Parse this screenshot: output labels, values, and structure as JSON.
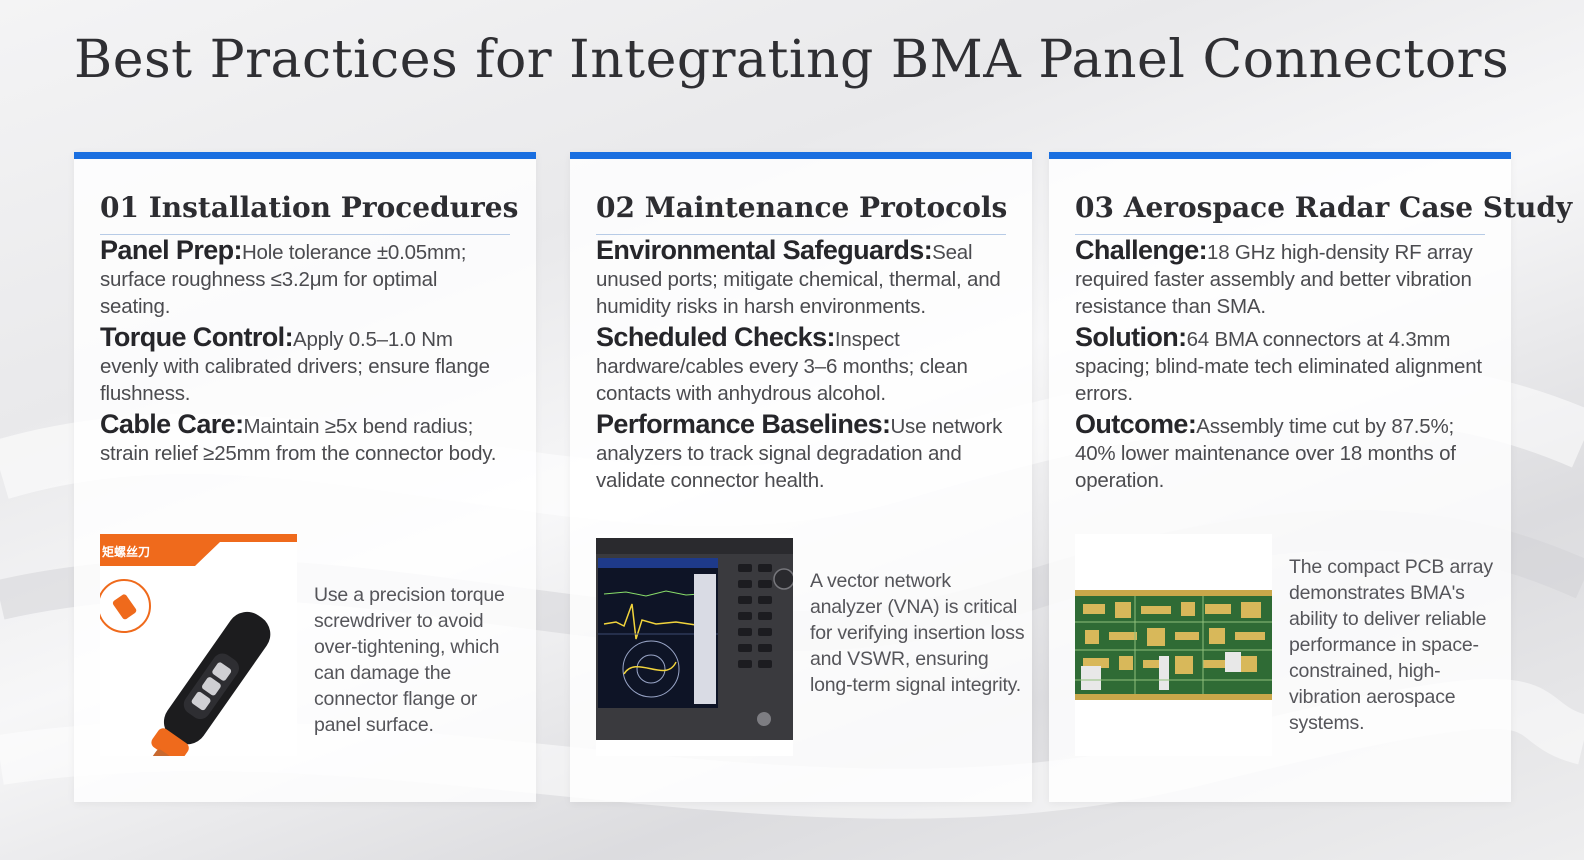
{
  "page": {
    "title": "Best Practices for Integrating BMA Panel Connectors"
  },
  "colors": {
    "accent": "#1a6fe0",
    "title_text": "#2f2f33",
    "body_text": "#4b4b4f",
    "orange": "#ef6a1c"
  },
  "cards": [
    {
      "title": "01 Installation Procedures",
      "items": [
        {
          "label": "Panel Prep:",
          "text": "Hole tolerance ±0.05mm; surface roughness ≤3.2μm for optimal seating."
        },
        {
          "label": "Torque Control:",
          "text": "Apply 0.5–1.0 Nm evenly with calibrated drivers; ensure flange flushness."
        },
        {
          "label": "Cable Care:",
          "text": "Maintain ≥5x bend radius; strain relief ≥25mm from the connector body."
        }
      ],
      "image": {
        "icon": "torque-screwdriver-image",
        "badge": "矩螺丝刀"
      },
      "caption": "Use a precision torque screwdriver to avoid over-tightening, which can damage the connector flange or panel surface."
    },
    {
      "title": "02 Maintenance Protocols",
      "items": [
        {
          "label": "Environmental Safeguards:",
          "text": "Seal unused ports; mitigate chemical, thermal, and humidity risks in harsh environments."
        },
        {
          "label": "Scheduled Checks:",
          "text": "Inspect hardware/cables every 3–6 months; clean contacts with anhydrous alcohol."
        },
        {
          "label": "Performance Baselines:",
          "text": "Use network analyzers to track signal degradation and validate connector health."
        }
      ],
      "image": {
        "icon": "vector-network-analyzer-image"
      },
      "caption": "A vector network analyzer (VNA) is critical for verifying insertion loss and VSWR, ensuring long-term signal integrity."
    },
    {
      "title": "03 Aerospace Radar Case Study",
      "items": [
        {
          "label": "Challenge:",
          "text": "18 GHz high-density RF array required faster assembly and better vibration resistance than SMA."
        },
        {
          "label": "Solution:",
          "text": "64 BMA connectors at 4.3mm spacing; blind-mate tech eliminated alignment errors."
        },
        {
          "label": "Outcome:",
          "text": "Assembly time cut by 87.5%; 40% lower maintenance over 18 months of operation."
        }
      ],
      "image": {
        "icon": "pcb-array-image"
      },
      "caption": "The compact PCB array demonstrates BMA's ability to deliver reliable performance in space-constrained, high-vibration aerospace systems."
    }
  ]
}
